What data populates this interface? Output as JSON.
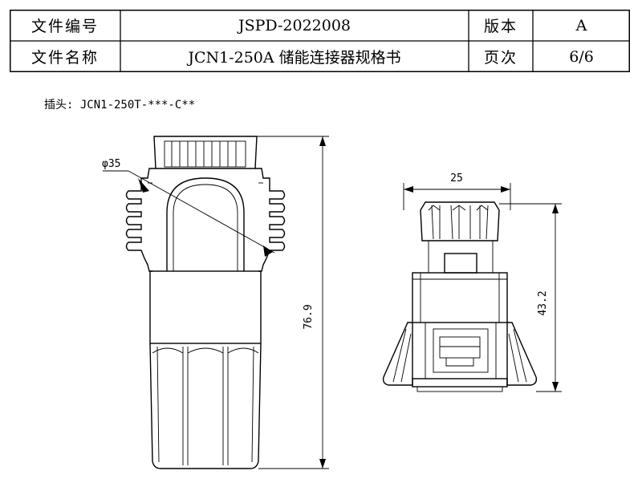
{
  "title_block": {
    "row1": {
      "label": "文件编号",
      "value": "JSPD-2022008",
      "field_label": "版本",
      "field_value": "A"
    },
    "row2": {
      "label": "文件名称",
      "value": "JCN1-250A 储能连接器规格书",
      "field_label": "页次",
      "field_value": "6/6"
    }
  },
  "part_label": "插头: JCN1-250T-***-C**",
  "dimensions": {
    "diameter": "φ35",
    "overall_length": "76.9",
    "side_width": "25",
    "side_height": "43.2"
  }
}
